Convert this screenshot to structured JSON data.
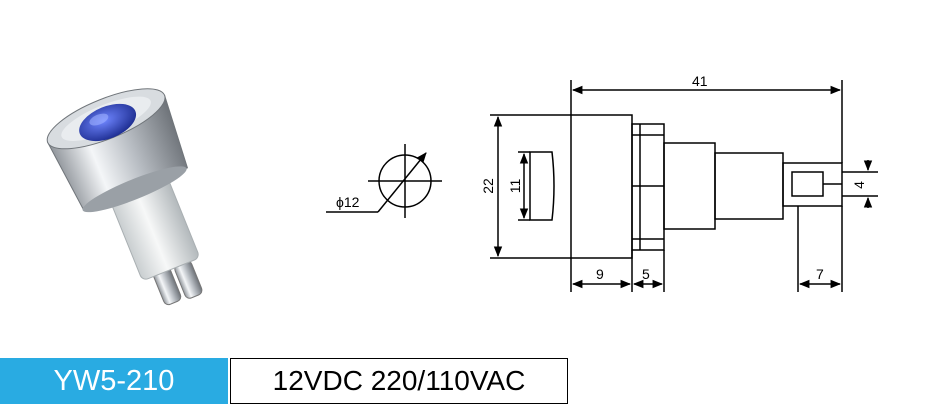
{
  "product": {
    "model": "YW5-210",
    "spec": "12VDC 220/110VAC"
  },
  "front_view": {
    "diameter_label": "ϕ12"
  },
  "side_view": {
    "dims": {
      "overall_length": "41",
      "height": "22",
      "lens_height": "11",
      "lens_depth": "9",
      "flange": "5",
      "terminal_length": "7",
      "terminal_width": "4"
    }
  },
  "colors": {
    "model_box_bg": "#29abe2",
    "lens_blue": "#2e45b8",
    "line": "#000000"
  }
}
